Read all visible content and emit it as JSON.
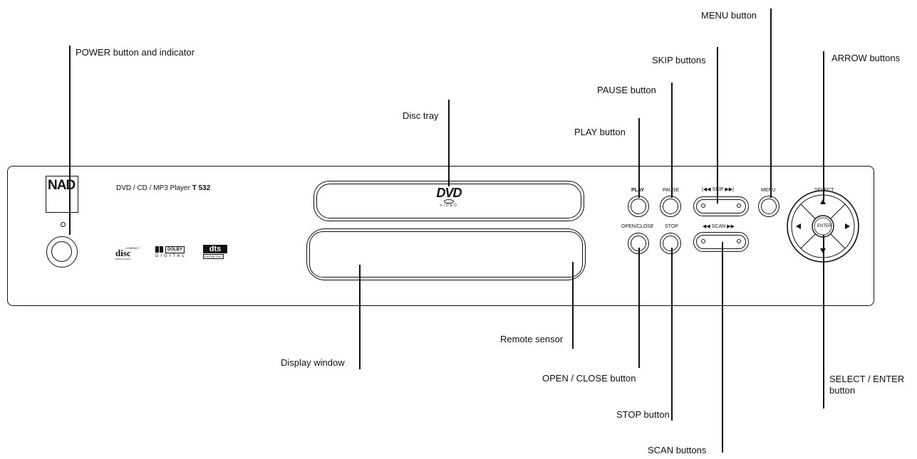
{
  "device": {
    "brand": "NAD",
    "model_line_prefix": "DVD / CD / MP3 Player",
    "model_number": "T 532",
    "dvd_logo": "DVD",
    "dvd_logo_sub": "VIDEO",
    "cd_logo_top": "COMPACT",
    "cd_logo_main": "disc",
    "cd_logo_sub": "DIGITAL AUDIO",
    "dolby_logo_top": "DOLBY",
    "dolby_logo_sub": "DIGITAL",
    "dts_logo": "dts",
    "dts_logo_sub": "DIGITAL OUT"
  },
  "panel_labels": {
    "play": "PLAY",
    "pause": "PAUSE",
    "skip": "SKIP",
    "menu": "MENU",
    "select": "SELECT",
    "open_close": "OPEN/CLOSE",
    "stop": "STOP",
    "scan": "SCAN",
    "enter": "ENTER"
  },
  "callouts": {
    "power": "POWER button and indicator",
    "disc_tray": "Disc tray",
    "play": "PLAY button",
    "pause": "PAUSE button",
    "skip": "SKIP buttons",
    "menu": "MENU button",
    "arrow": "ARROW buttons",
    "remote_sensor": "Remote sensor",
    "display_window": "Display window",
    "open_close": "OPEN / CLOSE button",
    "stop": "STOP button",
    "scan": "SCAN buttons",
    "select_enter_line1": "SELECT / ENTER",
    "select_enter_line2": "button"
  }
}
